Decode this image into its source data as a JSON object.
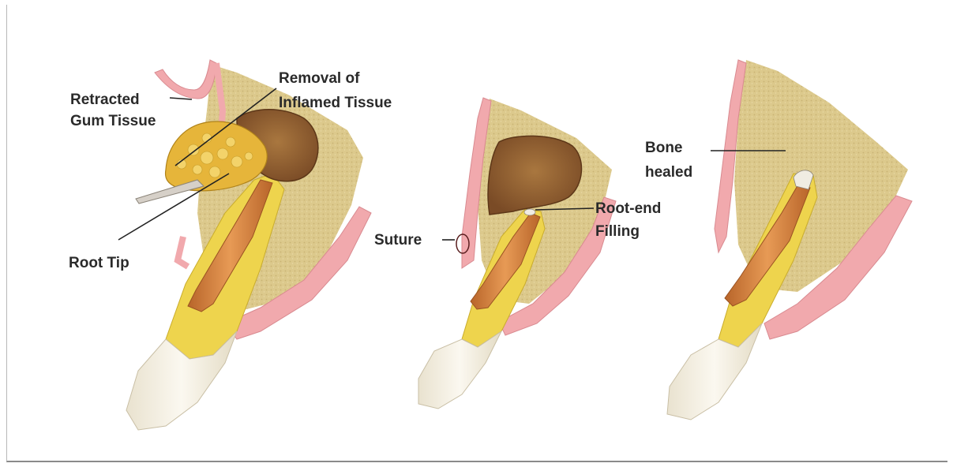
{
  "labels": {
    "retracted_gum_line1": "Retracted",
    "retracted_gum_line2": "Gum Tissue",
    "removal_line1": "Removal of",
    "removal_line2": "Inflamed Tissue",
    "root_tip": "Root Tip",
    "suture": "Suture",
    "root_end_line1": "Root-end",
    "root_end_line2": "Filling",
    "bone_line1": "Bone",
    "bone_line2": "healed"
  },
  "colors": {
    "bone": "#dcc98c",
    "gum": "#f1a9ad",
    "gum_light": "#f9d3d5",
    "dentin": "#eed44d",
    "root_canal": "#d6833e",
    "crown": "#f4efe4",
    "cavity": "#8f5f33",
    "inflamed": "#e6b53a"
  }
}
